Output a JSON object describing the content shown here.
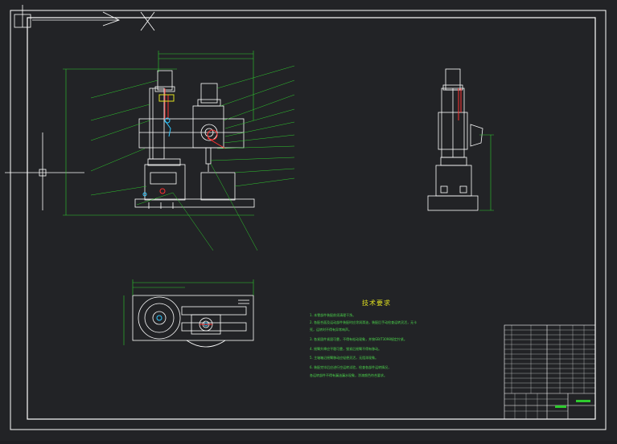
{
  "drawing": {
    "notes_title": "技术要求",
    "notes": [
      "1. 本零部件装配前须清理干净。",
      "2. 各配合面及运动部件装配时应涂润滑油，装配后手动检查运转灵活，无卡",
      "   死，运转时不得有异常响声。",
      "3. 各紧固件紧固可靠，不得有松动现象，并按GB/T3098规定拧紧。",
      "4. 摇臂升降应平稳可靠，锁紧后摇臂不得有移动。",
      "5. 主轴箱沿摇臂移动应轻便灵活，无阻滞现象。",
      "6. 装配完毕后应进行空运转试验，检查各部件运转情况，",
      "   各运转部件不得有漏油漏水现象，涂漆颜色符合要求。"
    ],
    "colors": {
      "background": "#222326",
      "frame": "#ffffff",
      "geometry": "#ffffff",
      "dimension": "#2ecc2e",
      "leader": "#2ecc2e",
      "highlight_red": "#ff3030",
      "highlight_cyan": "#30c8ff",
      "notes_title": "#e0e020"
    },
    "crosshair_icon": "crosshair-cursor-icon",
    "arrow_icon": "view-direction-arrow-icon"
  }
}
